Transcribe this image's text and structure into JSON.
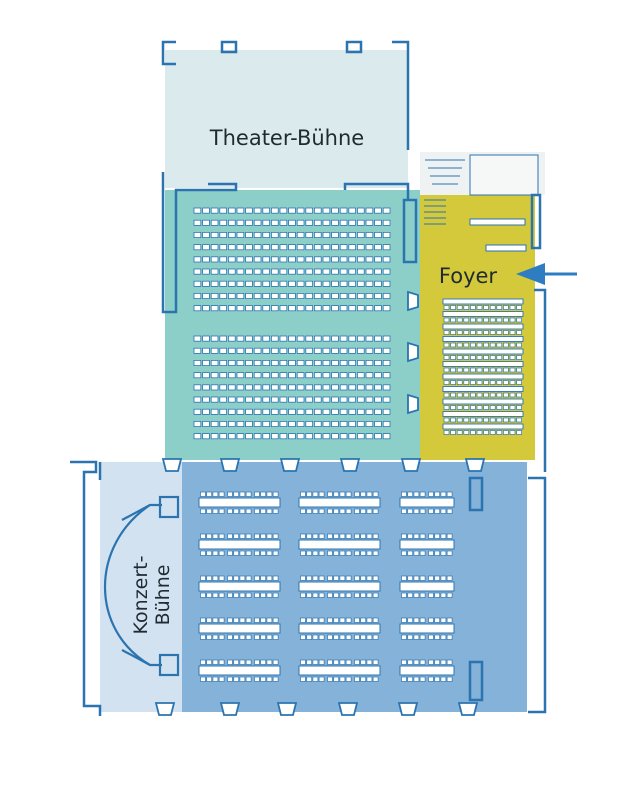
{
  "rooms": {
    "theater_stage": {
      "label": "Theater-Bühne",
      "color": "#dbeaec"
    },
    "theater_hall": {
      "color": "#8ccfc9",
      "rows": 18,
      "seats_per_row": 23
    },
    "foyer": {
      "label": "Foyer",
      "color": "#d4c93a",
      "benches": 11,
      "seats_per_bench": 12
    },
    "concert_stage": {
      "label_line1": "Konzert-",
      "label_line2": "Bühne",
      "color": "#d3e2f0"
    },
    "concert_hall": {
      "color": "#85b2d9",
      "table_rows": 5,
      "table_groups_per_row": 3
    }
  },
  "entrance": {
    "arrow_color": "#2e7cc1"
  },
  "wall_color": "#2b74b0"
}
